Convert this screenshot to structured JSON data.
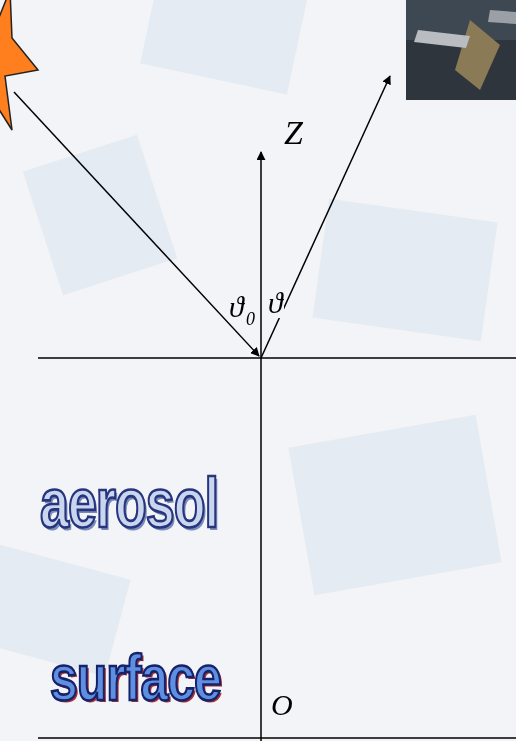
{
  "diagram": {
    "labels": [
      "Z",
      "ϑ",
      "0",
      "ϑ",
      "aerosol",
      "surface",
      "O"
    ]
  }
}
